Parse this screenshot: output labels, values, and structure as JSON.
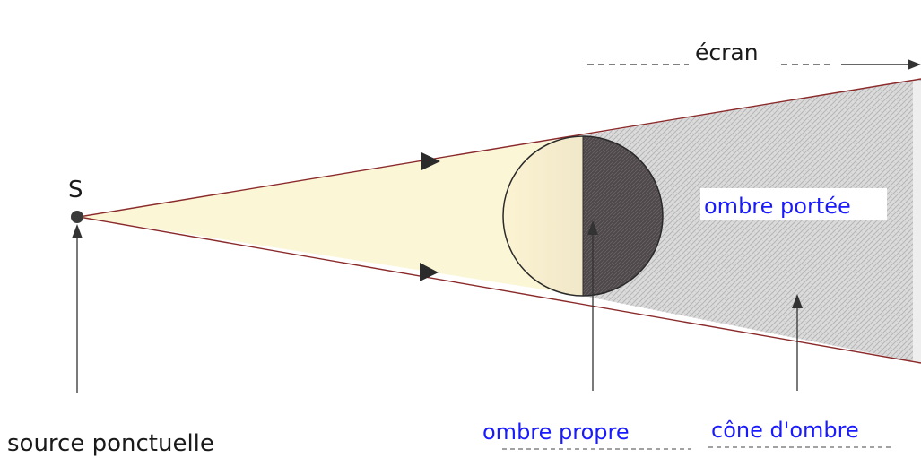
{
  "labels": {
    "source_letter": "S",
    "source": "source ponctuelle",
    "screen": "écran",
    "cast_shadow": "ombre portée",
    "own_shadow": "ombre propre",
    "shadow_cone": "cône d'ombre"
  },
  "colors": {
    "light_cone": "#fbf6d6",
    "lit_half": "#efe3b8",
    "shadow_half": "#4a4446",
    "shadow_cone": "#d9d9d9",
    "cone_edge": "#8b2a2a",
    "annotation_text": "#1a1aff"
  }
}
